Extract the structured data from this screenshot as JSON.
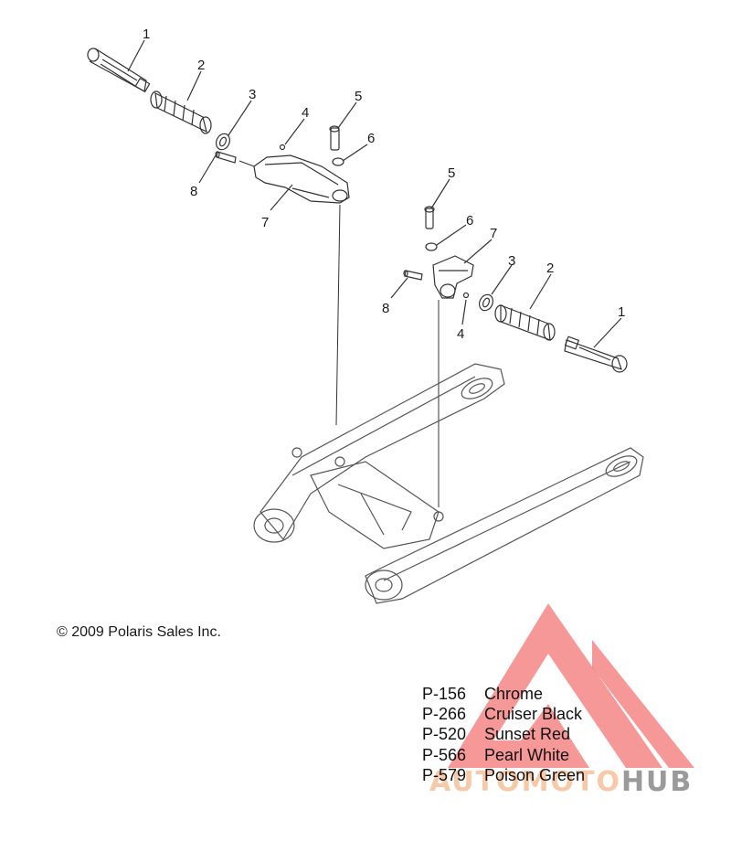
{
  "callouts": {
    "left": {
      "c1": "1",
      "c2": "2",
      "c3": "3",
      "c4": "4",
      "c5": "5",
      "c6": "6",
      "c7": "7",
      "c8": "8"
    },
    "right": {
      "c1": "1",
      "c2": "2",
      "c3": "3",
      "c4": "4",
      "c5": "5",
      "c6": "6",
      "c7": "7",
      "c8": "8"
    }
  },
  "copyright": "© 2009 Polaris Sales Inc.",
  "colors": [
    {
      "code": "P-156",
      "name": "Chrome"
    },
    {
      "code": "P-266",
      "name": "Cruiser Black"
    },
    {
      "code": "P-520",
      "name": "Sunset Red"
    },
    {
      "code": "P-566",
      "name": "Pearl White"
    },
    {
      "code": "P-579",
      "name": "Poison Green"
    }
  ],
  "watermark": {
    "part1": "AUTOMOTO",
    "part2": "HUB",
    "accent": "#ee4444"
  }
}
